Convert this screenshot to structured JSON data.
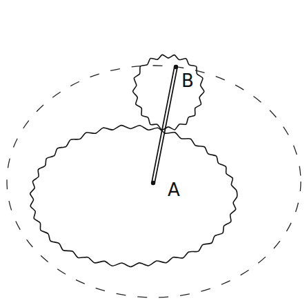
{
  "diagram": {
    "nodes": [
      {
        "text": [
          "B"
        ]
      },
      {
        "text": [
          "A"
        ]
      }
    ],
    "edges": [
      {
        "from": 1,
        "to": 0,
        "arrow": "none"
      }
    ]
  }
}
